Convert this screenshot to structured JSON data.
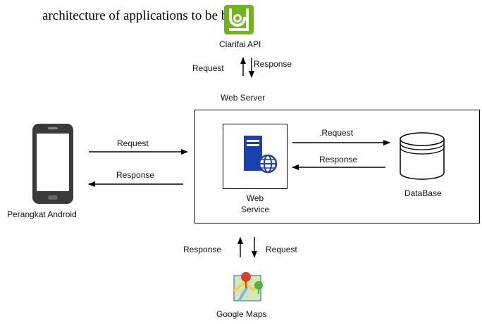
{
  "top_text": "architecture of applications to be built.",
  "clarifai": {
    "label": "Clarifai API",
    "request_label": "Request",
    "response_label": "Response"
  },
  "web_server": {
    "label": "Web Server"
  },
  "android": {
    "label": "Perangkat Android",
    "request_label": "Request",
    "response_label": "Response"
  },
  "web_service": {
    "label_line1": "Web",
    "label_line2": "Service"
  },
  "database": {
    "label": "DataBase",
    "request_label": ".Request",
    "response_label": "Response"
  },
  "maps": {
    "label": "Google Maps",
    "response_label": "Response",
    "request_label": "Request"
  },
  "colors": {
    "clarifai_green": "#6fb31f",
    "server_blue": "#1c3fae",
    "line": "#000000"
  }
}
